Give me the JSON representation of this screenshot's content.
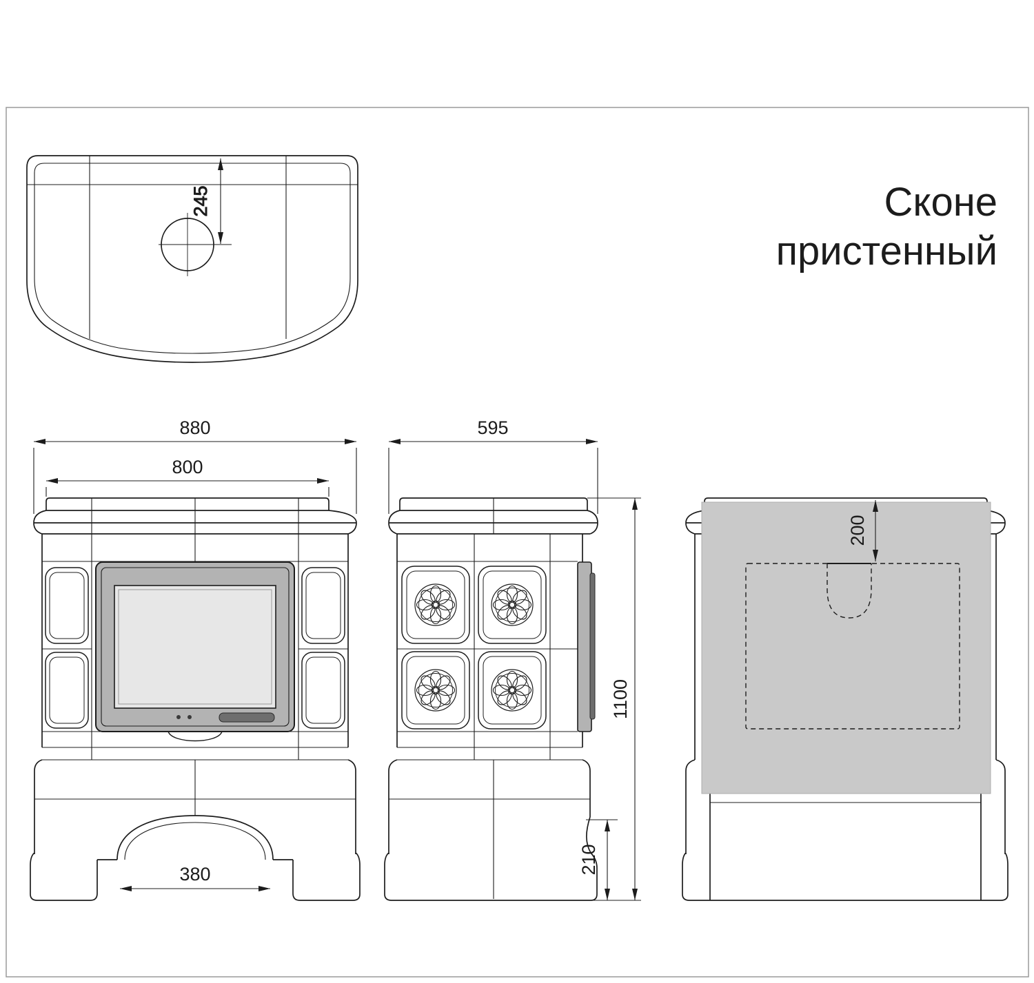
{
  "title": {
    "line1": "Сконе",
    "line2": "пристенный"
  },
  "dims": {
    "top_chimney_offset": "245",
    "front_total_width": "880",
    "front_body_width": "800",
    "front_arch_width": "380",
    "side_depth": "595",
    "total_height": "1100",
    "plinth_height": "210",
    "rear_notch_offset": "200"
  },
  "colors": {
    "line": "#1c1c1c",
    "panel_gray": "#c9c9c9",
    "door_frame_gray": "#b3b3b3",
    "glass_gray": "#e7e7e7",
    "glass_inner_line": "#9a9a9a",
    "handle_gray": "#6e6e6e"
  }
}
